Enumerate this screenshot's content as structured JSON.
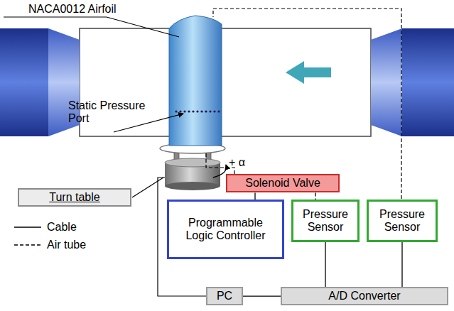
{
  "diagram": {
    "nodes": [
      {
        "text": [
          "Turn table"
        ]
      },
      {
        "text": [
          "Solenoid Valve"
        ]
      },
      {
        "text": [
          "Programmable Logic Controller"
        ]
      },
      {
        "text": [
          "Pressure Sensor"
        ]
      },
      {
        "text": [
          "Pressure Sensor"
        ]
      },
      {
        "text": [
          "PC"
        ]
      },
      {
        "text": [
          "A/D Converter"
        ]
      }
    ],
    "edges": [
      {
        "from": 1,
        "to": 2,
        "arrow": "none"
      },
      {
        "from": 1,
        "to": 3,
        "arrow": "none"
      },
      {
        "from": 3,
        "to": 6,
        "arrow": "none"
      },
      {
        "from": 4,
        "to": 6,
        "arrow": "none"
      },
      {
        "from": 5,
        "to": 6,
        "arrow": "none"
      }
    ],
    "labels": [
      "NACA0012 Airfoil",
      "Static Pressure Port",
      "+ α"
    ],
    "legend": [
      {
        "text": "Cable"
      },
      {
        "text": "Air tube"
      }
    ]
  }
}
